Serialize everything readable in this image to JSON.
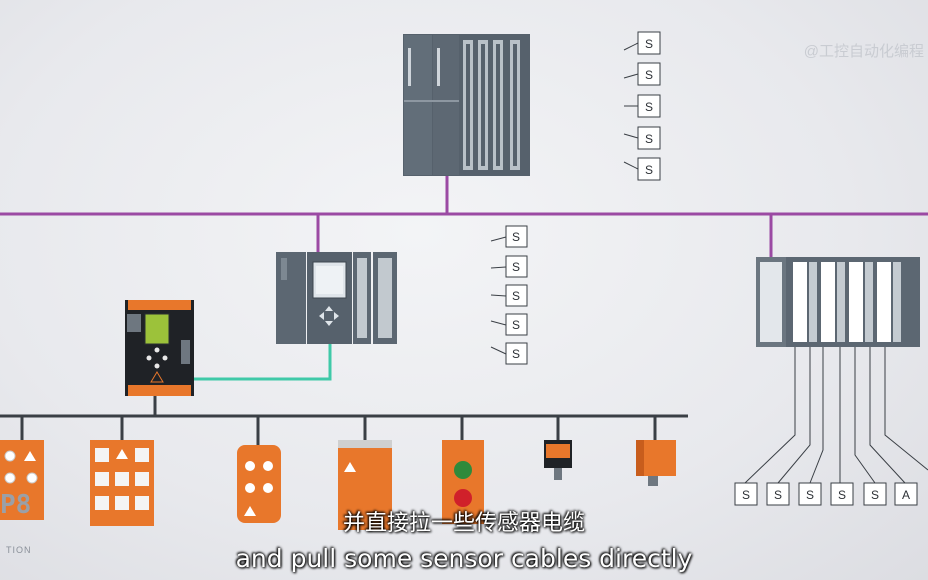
{
  "watermark": "@工控自动化编程",
  "sensor_label": "S",
  "analog_label": "A",
  "subtitle_cn": "并直接拉一些传感器电缆",
  "subtitle_en": "and pull some sensor cables directly",
  "brand_logo": "P8",
  "brand_caption": "TION",
  "colors": {
    "bus_purple": "#9b4aa3",
    "link_green": "#3fc9a8",
    "device_gray": "#5a6570",
    "device_orange": "#e8772b",
    "cable_dark": "#3a3f45"
  }
}
